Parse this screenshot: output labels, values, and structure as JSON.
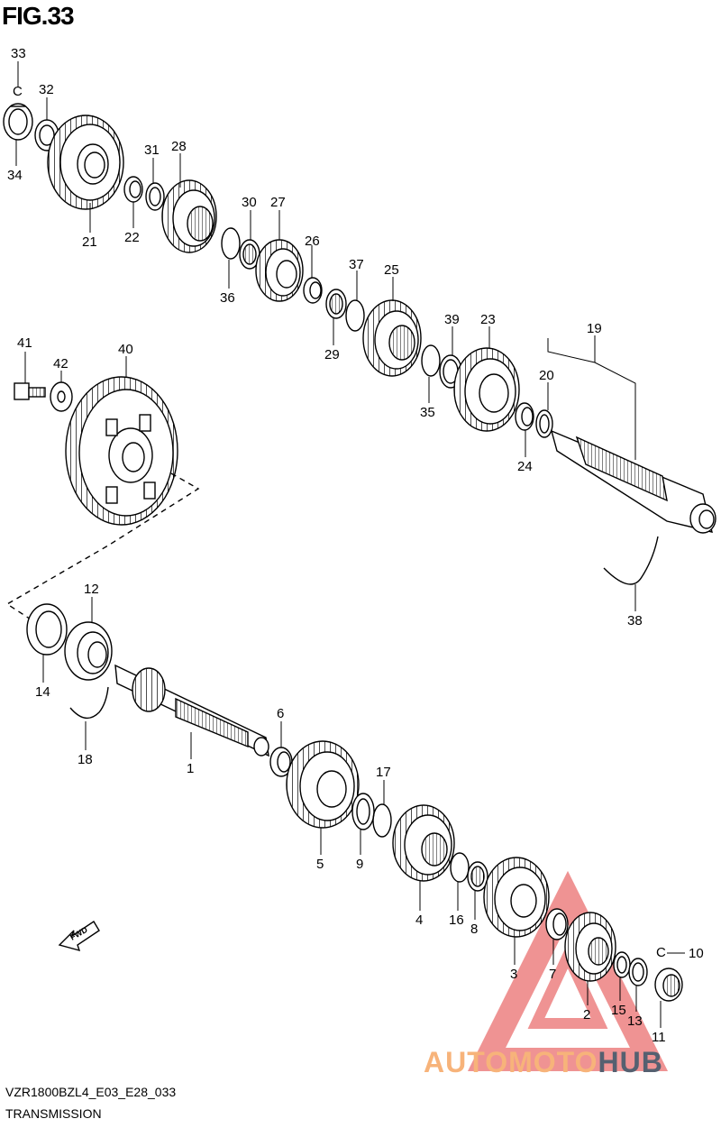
{
  "figure": {
    "title": "FIG.33",
    "model_code": "VZR1800BZL4_E03_E28_033",
    "section_name": "TRANSMISSION",
    "fwd_label": "FWD"
  },
  "watermark": {
    "part_a": "AUTOMOTO",
    "part_b": "HUB",
    "color_a": "#f7b37a",
    "color_b": "#556070",
    "logo_color": "#e23b3b"
  },
  "callouts": [
    {
      "id": "33",
      "text": "33"
    },
    {
      "id": "32",
      "text": "32"
    },
    {
      "id": "34",
      "text": "34"
    },
    {
      "id": "31",
      "text": "31"
    },
    {
      "id": "28",
      "text": "28"
    },
    {
      "id": "21",
      "text": "21"
    },
    {
      "id": "22",
      "text": "22"
    },
    {
      "id": "30",
      "text": "30"
    },
    {
      "id": "27",
      "text": "27"
    },
    {
      "id": "26",
      "text": "26"
    },
    {
      "id": "36",
      "text": "36"
    },
    {
      "id": "37",
      "text": "37"
    },
    {
      "id": "25",
      "text": "25"
    },
    {
      "id": "29",
      "text": "29"
    },
    {
      "id": "41",
      "text": "41"
    },
    {
      "id": "40",
      "text": "40"
    },
    {
      "id": "42",
      "text": "42"
    },
    {
      "id": "39",
      "text": "39"
    },
    {
      "id": "23",
      "text": "23"
    },
    {
      "id": "19",
      "text": "19"
    },
    {
      "id": "20",
      "text": "20"
    },
    {
      "id": "35",
      "text": "35"
    },
    {
      "id": "24",
      "text": "24"
    },
    {
      "id": "38",
      "text": "38"
    },
    {
      "id": "12",
      "text": "12"
    },
    {
      "id": "14",
      "text": "14"
    },
    {
      "id": "18",
      "text": "18"
    },
    {
      "id": "6",
      "text": "6"
    },
    {
      "id": "1",
      "text": "1"
    },
    {
      "id": "17",
      "text": "17"
    },
    {
      "id": "5",
      "text": "5"
    },
    {
      "id": "9",
      "text": "9"
    },
    {
      "id": "4",
      "text": "4"
    },
    {
      "id": "16",
      "text": "16"
    },
    {
      "id": "8",
      "text": "8"
    },
    {
      "id": "10",
      "text": "10"
    },
    {
      "id": "3",
      "text": "3"
    },
    {
      "id": "7",
      "text": "7"
    },
    {
      "id": "2",
      "text": "2"
    },
    {
      "id": "15",
      "text": "15"
    },
    {
      "id": "13",
      "text": "13"
    },
    {
      "id": "11",
      "text": "11"
    }
  ],
  "circlip_marks": [
    "C",
    "C"
  ]
}
